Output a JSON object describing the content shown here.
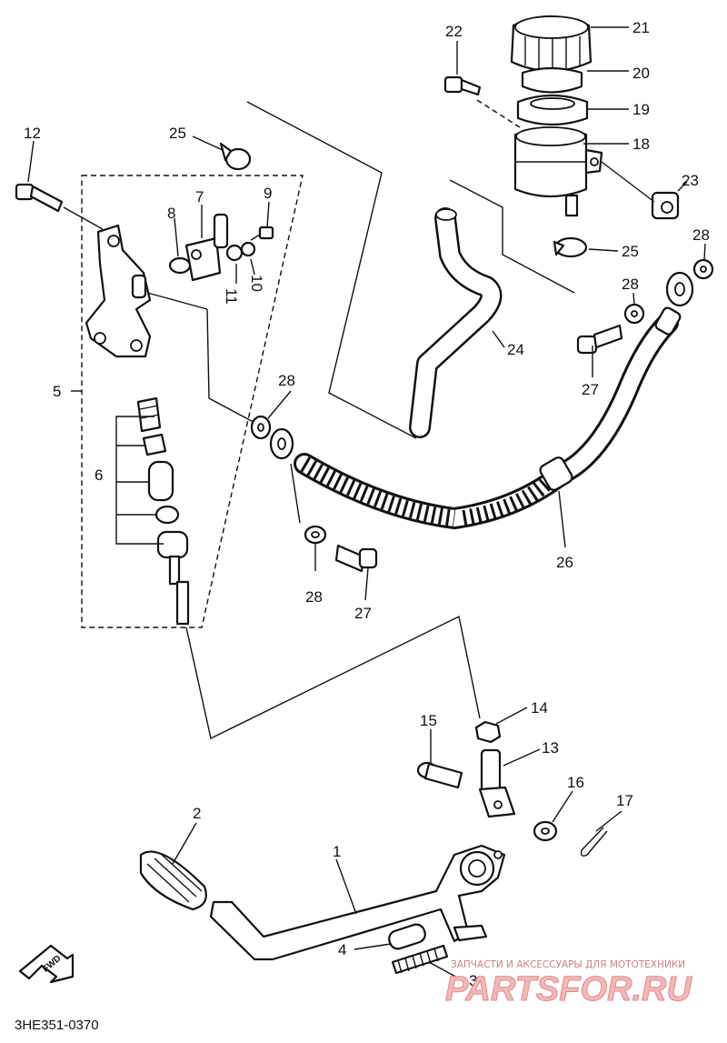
{
  "diagram": {
    "part_numbers": {
      "p1": "1",
      "p2": "2",
      "p3": "3",
      "p4": "4",
      "p5": "5",
      "p6": "6",
      "p7": "7",
      "p8": "8",
      "p9": "9",
      "p10": "10",
      "p11": "11",
      "p12": "12",
      "p13": "13",
      "p14": "14",
      "p15": "15",
      "p16": "16",
      "p17": "17",
      "p18": "18",
      "p19": "19",
      "p20": "20",
      "p21": "21",
      "p22": "22",
      "p23": "23",
      "p24": "24",
      "p25a": "25",
      "p25b": "25",
      "p26": "26",
      "p27a": "27",
      "p27b": "27",
      "p28a": "28",
      "p28b": "28",
      "p28c": "28",
      "p28d": "28"
    },
    "drawing_code": "3HE351-0370",
    "direction_label": "FWD"
  },
  "watermark": {
    "caption": "ЗАПЧАСТИ И АКСЕССУАРЫ ДЛЯ МОТОТЕХНИКИ",
    "brand": "PARTSFOR.RU",
    "color": "#e08a8a"
  },
  "colors": {
    "ink": "#111111",
    "background": "#ffffff"
  }
}
